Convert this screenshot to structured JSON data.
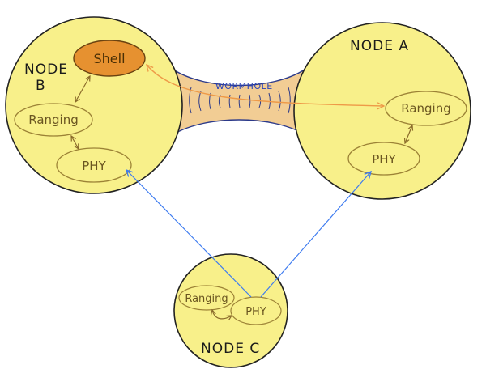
{
  "colors": {
    "node_fill": "#f8f08a",
    "node_stroke": "#222222",
    "module_stroke": "#9c8236",
    "shell_fill": "#e69130",
    "wormhole_fill": "#f2cd94",
    "wormhole_lines": "#2c3a8a",
    "blue_link": "#3d7bf0",
    "orange_link": "#ee9a48",
    "brown_link": "#8a6a2a"
  },
  "nodes": {
    "node_b": {
      "label_line1": "NODE",
      "label_line2": "B",
      "modules": {
        "shell": "Shell",
        "ranging": "Ranging",
        "phy": "PHY"
      }
    },
    "node_a": {
      "label": "NODE A",
      "modules": {
        "ranging": "Ranging",
        "phy": "PHY"
      }
    },
    "node_c": {
      "label": "NODE C",
      "modules": {
        "ranging": "Ranging",
        "phy": "PHY"
      }
    }
  },
  "wormhole": {
    "label": "WORMHOLE"
  }
}
